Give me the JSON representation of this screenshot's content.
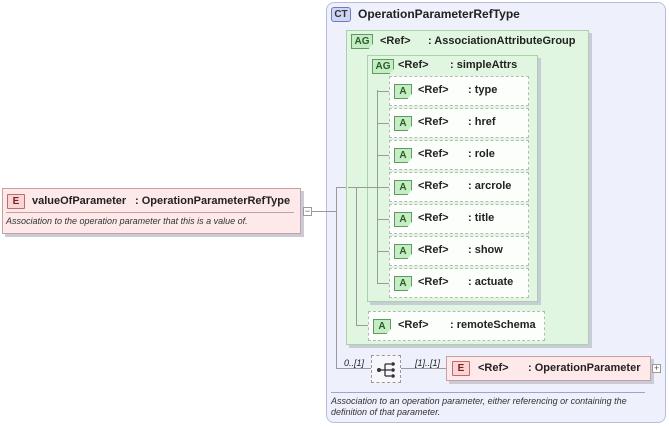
{
  "complex_type": {
    "tag": "CT",
    "name": "OperationParameterRefType"
  },
  "root_element": {
    "tag": "E",
    "name": "valueOfParameter",
    "type": ": OperationParameterRefType",
    "description": "Association to the operation parameter that this is a value of."
  },
  "attribute_group": {
    "tag": "AG",
    "ref": "<Ref>",
    "name": ": AssociationAttributeGroup",
    "inner_group": {
      "tag": "AG",
      "ref": "<Ref>",
      "name": ": simpleAttrs",
      "attributes": [
        {
          "tag": "A",
          "ref": "<Ref>",
          "name": ": type"
        },
        {
          "tag": "A",
          "ref": "<Ref>",
          "name": ": href"
        },
        {
          "tag": "A",
          "ref": "<Ref>",
          "name": ": role"
        },
        {
          "tag": "A",
          "ref": "<Ref>",
          "name": ": arcrole"
        },
        {
          "tag": "A",
          "ref": "<Ref>",
          "name": ": title"
        },
        {
          "tag": "A",
          "ref": "<Ref>",
          "name": ": show"
        },
        {
          "tag": "A",
          "ref": "<Ref>",
          "name": ": actuate"
        }
      ]
    },
    "extra_attribute": {
      "tag": "A",
      "ref": "<Ref>",
      "name": ": remoteSchema"
    }
  },
  "sequence": {
    "multiplicity": "0..[1]",
    "child_multiplicity": "[1]..[1]",
    "child": {
      "tag": "E",
      "ref": "<Ref>",
      "name": ": OperationParameter",
      "description": "Association to an operation parameter, either referencing or containing the definition of that parameter."
    }
  },
  "expander_symbol": "+",
  "collapse_symbol": "−"
}
